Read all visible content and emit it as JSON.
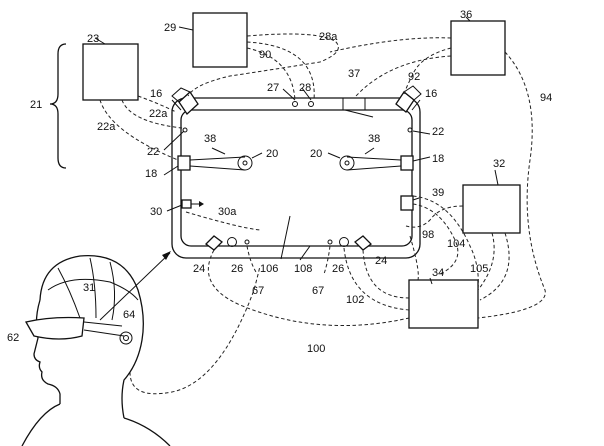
{
  "labels": {
    "l23": "23",
    "l29": "29",
    "l28a": "28a",
    "l36": "36",
    "l90": "90",
    "l27": "27",
    "l28": "28",
    "l37": "37",
    "l92": "92",
    "l21": "21",
    "l16a": "16",
    "l16b": "16",
    "l22a_top": "22a",
    "l22a_left": "22a",
    "l94": "94",
    "l38a": "38",
    "l38b": "38",
    "l22_left": "22",
    "l22_right": "22",
    "l20a": "20",
    "l20b": "20",
    "l18a": "18",
    "l18b": "18",
    "l32": "32",
    "l39": "39",
    "l30": "30",
    "l30a": "30a",
    "l98": "98",
    "l104": "104",
    "l24a": "24",
    "l26a": "26",
    "l106": "106",
    "l108": "108",
    "l26b": "26",
    "l24b": "24",
    "l105": "105",
    "l34": "34",
    "l31": "31",
    "l67a": "67",
    "l67b": "67",
    "l102": "102",
    "l64": "64",
    "l62": "62",
    "l100": "100"
  }
}
